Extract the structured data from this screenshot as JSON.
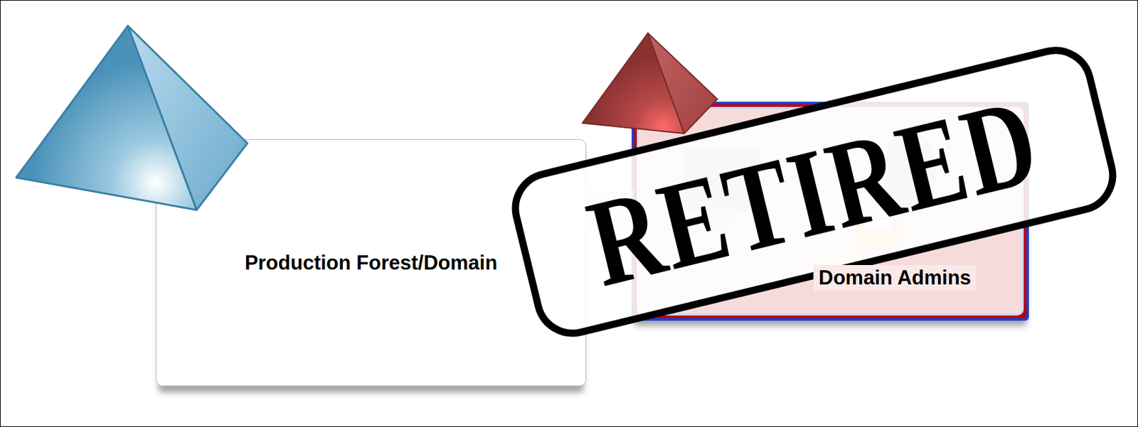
{
  "diagram": {
    "nodes": [
      {
        "text": [
          "Production Forest/Domain"
        ]
      },
      {
        "text": [
          "Domain Admins"
        ]
      }
    ],
    "labels": [
      "RETIRED"
    ]
  }
}
